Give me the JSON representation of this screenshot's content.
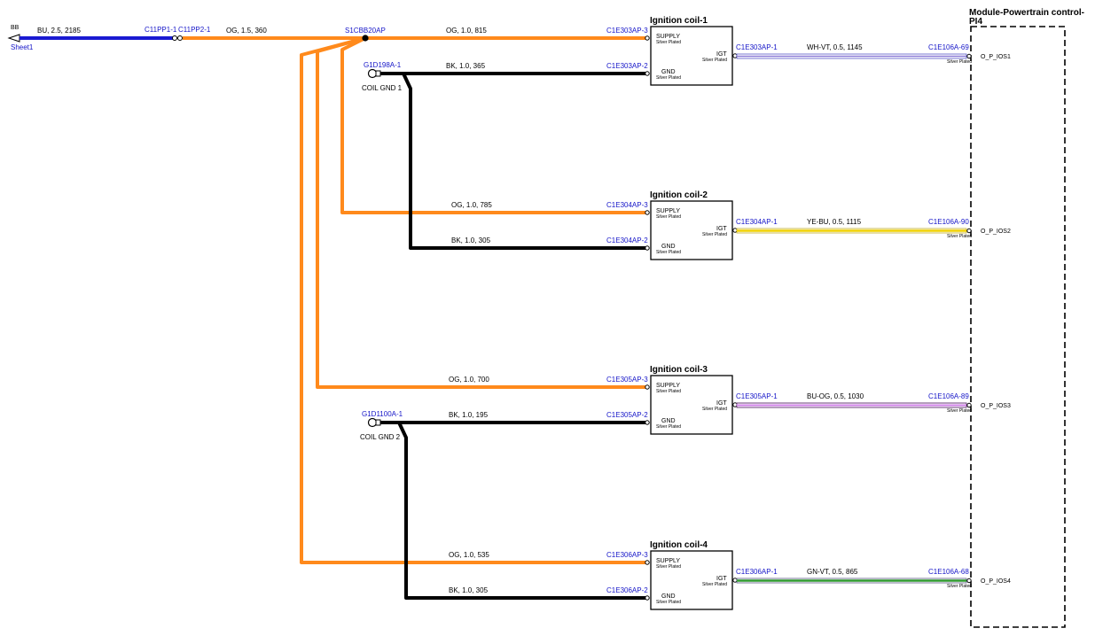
{
  "colors": {
    "orange": "#ff8a1c",
    "black": "#000000",
    "blue_wire": "#1a1ad2",
    "label_blue": "#1515c8",
    "wh_vt": "#8a7bd6",
    "ye_bu": "#f0d000",
    "bu_og": "#d080e8",
    "gn_vt": "#2f9a2f",
    "frame": "#000000"
  },
  "source": {
    "name": "BB",
    "sheet": "Sheet1",
    "wire_label": "BU,  2.5,  2185",
    "icon": "offpage-arrow-icon"
  },
  "inline_connectors": {
    "left": "C11PP1-1",
    "right": "C11PP2-1"
  },
  "feed_wire_label": "OG,  1.5,  360",
  "splice": {
    "name": "S1CBB20AP"
  },
  "grounds": [
    {
      "pin": "G1D198A-1",
      "label": "COIL GND 1"
    },
    {
      "pin": "G1D1100A-1",
      "label": "COIL GND 2"
    }
  ],
  "module": {
    "title_line1": "Module-Powertrain control-",
    "title_line2": "PI4"
  },
  "coils": [
    {
      "title": "Ignition coil-1",
      "supply_pin": "C1E303AP-3",
      "supply_wire": "OG,  1.0,  815",
      "gnd_pin": "C1E303AP-2",
      "gnd_wire": "BK,  1.0,  365",
      "igt_pin": "C1E303AP-1",
      "igt_wire": "WH-VT,  0.5,  1145",
      "module_pin": "C1E106A-69",
      "module_signal": "O_P_IOS1",
      "supply_label": "SUPPLY",
      "gnd_label": "GND",
      "igt_label": "IGT",
      "plating": "Silver Plated"
    },
    {
      "title": "Ignition coil-2",
      "supply_pin": "C1E304AP-3",
      "supply_wire": "OG,  1.0,  785",
      "gnd_pin": "C1E304AP-2",
      "gnd_wire": "BK,  1.0,  305",
      "igt_pin": "C1E304AP-1",
      "igt_wire": "YE-BU,  0.5,  1115",
      "module_pin": "C1E106A-90",
      "module_signal": "O_P_IOS2",
      "supply_label": "SUPPLY",
      "gnd_label": "GND",
      "igt_label": "IGT",
      "plating": "Silver Plated"
    },
    {
      "title": "Ignition coil-3",
      "supply_pin": "C1E305AP-3",
      "supply_wire": "OG,  1.0,  700",
      "gnd_pin": "C1E305AP-2",
      "gnd_wire": "BK,  1.0,  195",
      "igt_pin": "C1E305AP-1",
      "igt_wire": "BU-OG,  0.5,  1030",
      "module_pin": "C1E106A-89",
      "module_signal": "O_P_IOS3",
      "supply_label": "SUPPLY",
      "gnd_label": "GND",
      "igt_label": "IGT",
      "plating": "Silver Plated"
    },
    {
      "title": "Ignition coil-4",
      "supply_pin": "C1E306AP-3",
      "supply_wire": "OG,  1.0,  535",
      "gnd_pin": "C1E306AP-2",
      "gnd_wire": "BK,  1.0,  305",
      "igt_pin": "C1E306AP-1",
      "igt_wire": "GN-VT,  0.5,  865",
      "module_pin": "C1E106A-68",
      "module_signal": "O_P_IOS4",
      "supply_label": "SUPPLY",
      "gnd_label": "GND",
      "igt_label": "IGT",
      "plating": "Silver Plated"
    }
  ]
}
